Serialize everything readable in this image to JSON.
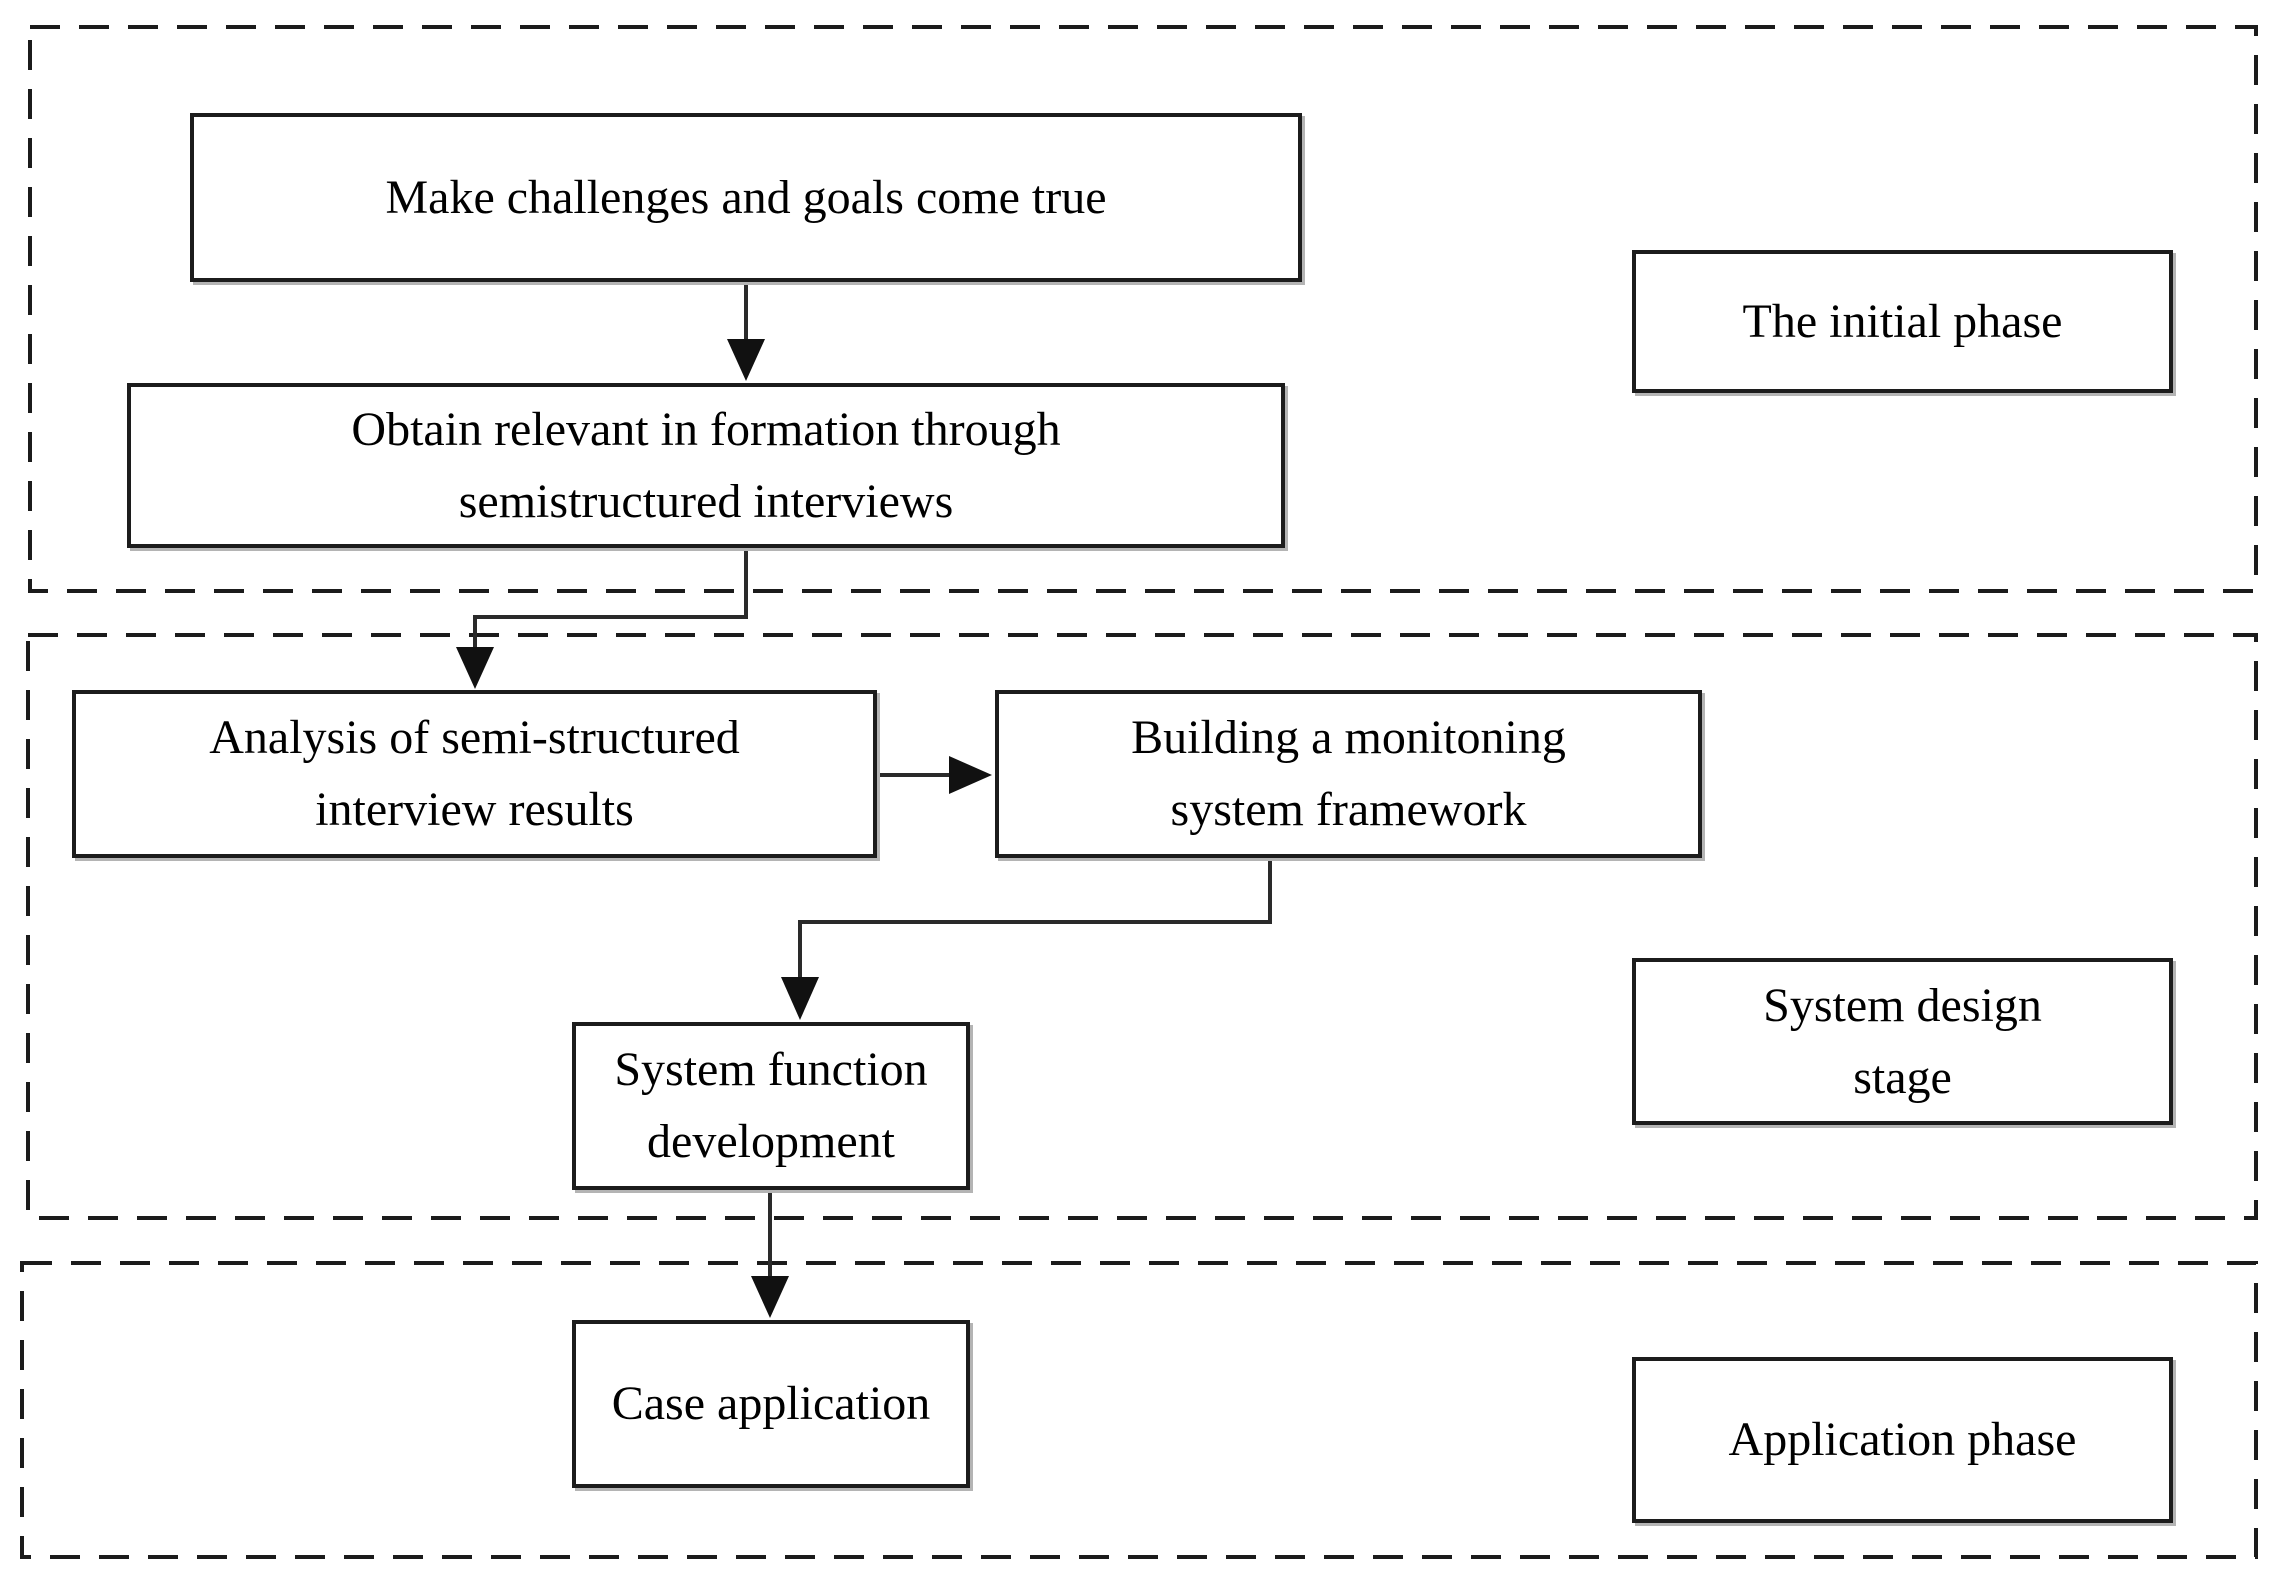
{
  "diagram": {
    "type": "flowchart",
    "boxes": {
      "make_challenges": {
        "lines": [
          "Make challenges and goals come true"
        ]
      },
      "obtain_info": {
        "lines": [
          "Obtain relevant in formation through",
          "semistructured interviews"
        ]
      },
      "analysis": {
        "lines": [
          "Analysis of semi-structured",
          "interview results"
        ]
      },
      "building": {
        "lines": [
          "Building a monitoning",
          "system framework"
        ]
      },
      "system_function": {
        "lines": [
          "System function",
          "development"
        ]
      },
      "case_application": {
        "lines": [
          "Case application"
        ]
      }
    },
    "phase_labels": {
      "initial": {
        "lines": [
          "The initial phase"
        ]
      },
      "design": {
        "lines": [
          "System design",
          "stage"
        ]
      },
      "application": {
        "lines": [
          "Application phase"
        ]
      }
    },
    "flow": [
      "Make challenges and goals come true -> Obtain relevant in formation through semistructured interviews",
      "Obtain relevant in formation through semistructured interviews -> Analysis of semi-structured interview results",
      "Analysis of semi-structured interview results -> Building a monitoning system framework",
      "Building a monitoning system framework -> System function development",
      "System function development -> Case application"
    ],
    "colors": {
      "background": "#ffffff",
      "line": "#1c1c1c",
      "text": "#000000"
    }
  }
}
